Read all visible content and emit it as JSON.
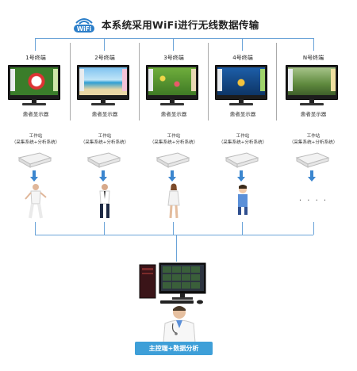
{
  "header": {
    "logo_text": "WiFi",
    "title": "本系统采用WiFi进行无线数据传输"
  },
  "terminals": [
    {
      "label": "1号终端",
      "display_label": "患者显示器",
      "workstation_title": "工作站",
      "workstation_sub": "（采集系统+分析系统）",
      "screen": "flower"
    },
    {
      "label": "2号终端",
      "display_label": "患者显示器",
      "workstation_title": "工作站",
      "workstation_sub": "（采集系统+分析系统）",
      "screen": "beach"
    },
    {
      "label": "3号终端",
      "display_label": "患者显示器",
      "workstation_title": "工作站",
      "workstation_sub": "（采集系统+分析系统）",
      "screen": "garden"
    },
    {
      "label": "4号终端",
      "display_label": "患者显示器",
      "workstation_title": "工作站",
      "workstation_sub": "（采集系统+分析系统）",
      "screen": "underwater"
    },
    {
      "label": "N号终端",
      "display_label": "患者显示器",
      "workstation_title": "工作站",
      "workstation_sub": "（采集系统+分析系统）",
      "screen": "forest"
    }
  ],
  "more_indicator": "· · · ·",
  "main": {
    "label": "主控端+数据分析"
  },
  "colors": {
    "line": "#6aa3d8",
    "label_bg": "#3e9fd8",
    "arrow": "#3b86cf"
  }
}
